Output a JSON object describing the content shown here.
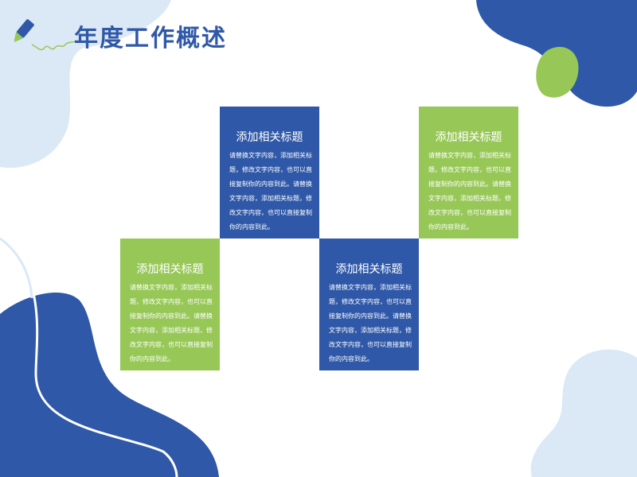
{
  "header": {
    "title": "年度工作概述"
  },
  "colors": {
    "blue": "#2f58a8",
    "green": "#97c857",
    "light_blue": "#dbe8f6"
  },
  "cards": [
    {
      "title": "添加相关标题",
      "body": "请替换文字内容，添加相关标题，修改文字内容，也可以直接复制你的内容到此。请替换文字内容，添加相关标题，修改文字内容，也可以直接复制你的内容到此。"
    },
    {
      "title": "添加相关标题",
      "body": "请替换文字内容，添加相关标题，修改文字内容，也可以直接复制你的内容到此。请替换文字内容，添加相关标题，修改文字内容，也可以直接复制你的内容到此。"
    },
    {
      "title": "添加相关标题",
      "body": "请替换文字内容，添加相关标题，修改文字内容，也可以直接复制你的内容到此。请替换文字内容，添加相关标题，修改文字内容，也可以直接复制你的内容到此。"
    },
    {
      "title": "添加相关标题",
      "body": "请替换文字内容，添加相关标题，修改文字内容，也可以直接复制你的内容到此。请替换文字内容，添加相关标题，修改文字内容，也可以直接复制你的内容到此。"
    }
  ]
}
